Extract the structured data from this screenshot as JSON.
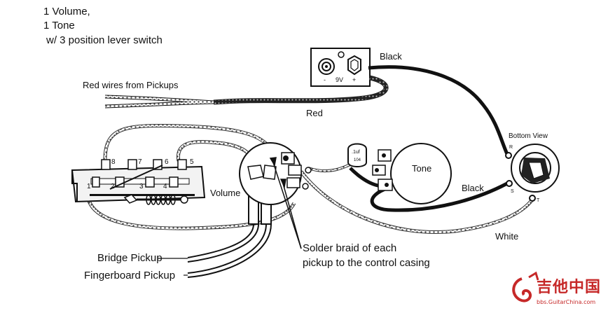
{
  "header": {
    "line1": "1 Volume,",
    "line2": "1 Tone",
    "line3": "w/ 3 position lever switch"
  },
  "battery": {
    "minus": "-",
    "voltage": "9V",
    "plus": "+"
  },
  "wires": {
    "black_top": "Black",
    "red_from_pickups": "Red wires from Pickups",
    "red": "Red",
    "black_mid": "Black",
    "white": "White"
  },
  "jack": {
    "title": "Bottom View",
    "r": "R",
    "s": "S",
    "t": "T"
  },
  "capacitor": {
    "value": ".1uf",
    "code": "104"
  },
  "pots": {
    "volume": "Volume",
    "tone": "Tone"
  },
  "switch": {
    "lugs": [
      "1",
      "2",
      "3",
      "4",
      "5",
      "6",
      "7",
      "8"
    ]
  },
  "pickups": {
    "bridge": "Bridge Pickup",
    "fingerboard": "Fingerboard Pickup"
  },
  "callout": {
    "line1": "Solder braid of each",
    "line2": "pickup to the control casing"
  },
  "watermark": {
    "name_cn": "吉他中国",
    "url": "bbs.GuitarChina.com"
  },
  "colors": {
    "ink": "#111111",
    "braid": "#6b6b6b",
    "watermark": "#c62828"
  }
}
